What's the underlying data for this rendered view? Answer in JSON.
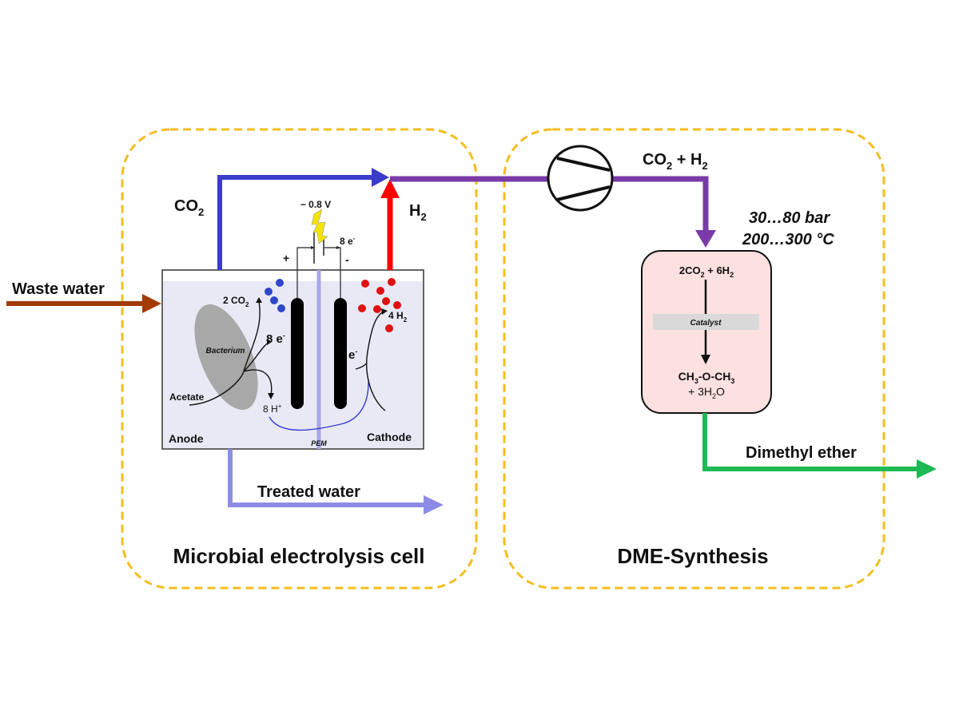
{
  "title": "Microbial electrolysis cell coupled with DME synthesis process diagram",
  "colors": {
    "group_border": "#f5bd1f",
    "co2_line": "#3a3ccc",
    "h2_line": "#ff0000",
    "mixed_line": "#7a3aa8",
    "waste_water_line": "#a33a00",
    "treated_water_line": "#8c8ce6",
    "dme_line": "#1db954",
    "cell_fill": "#e9e9f6",
    "reactor_fill": "#fde0e0",
    "proton_color": "#3a3ccc",
    "electron_color": "#e02020",
    "co2_dot": "#2f47c9",
    "h2_dot": "#e01010"
  },
  "groups": {
    "mec": {
      "label": "Microbial electrolysis cell"
    },
    "dme": {
      "label": "DME-Synthesis"
    }
  },
  "streams": {
    "waste_water": "Waste water",
    "co2": "CO",
    "co2_sub": "2",
    "h2": "H",
    "h2_sub": "2",
    "treated_water": "Treated water",
    "mixed": {
      "a": "CO",
      "a_sub": "2",
      "b": " + H",
      "b_sub": "2"
    },
    "dimethyl_ether": "Dimethyl ether"
  },
  "conditions": {
    "pressure": "30…80 bar",
    "temperature": "200…300 °C"
  },
  "cell": {
    "voltage": "− 0.8 V",
    "electrons_external": "8 e",
    "electrons_external_sup": "-",
    "plus": "+",
    "minus": "-",
    "two_co2": "2 CO",
    "two_co2_sub": "2",
    "eight_e": "8 e",
    "eight_e_sup": "-",
    "bacterium": "Bacterium",
    "acetate": "Acetate",
    "eight_h": "8 H",
    "eight_h_sup": "+",
    "e_cathode": "e",
    "e_cathode_sup": "-",
    "four_h2": "4 H",
    "four_h2_sub": "2",
    "anode": "Anode",
    "cathode": "Cathode",
    "pem": "PEM"
  },
  "reactor": {
    "reactants": {
      "a": "2CO",
      "a_sub": "2",
      "b": " + 6H",
      "b_sub": "2"
    },
    "catalyst": "Catalyst",
    "product": {
      "a": "CH",
      "a_sub": "3",
      "b": "-O-CH",
      "b_sub": "3"
    },
    "byproduct": {
      "a": "+ 3H",
      "a_sub": "2",
      "b": "O"
    }
  }
}
